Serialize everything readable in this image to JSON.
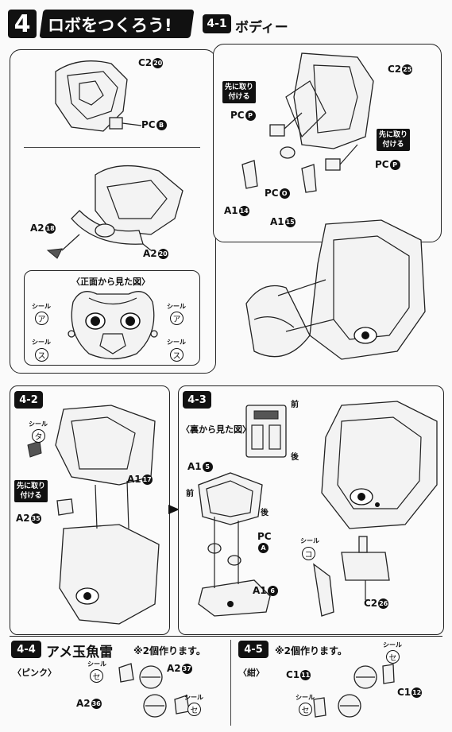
{
  "header": {
    "step_number": "4",
    "title": "ロボをつくろう!",
    "sub_step": "4-1",
    "sub_title": "ボディー"
  },
  "panel_4_1": {
    "labels": {
      "c2_20": "C2",
      "c2_20_num": "20",
      "pc_b": "PC",
      "pc_b_letter": "B",
      "a2_18": "A2",
      "a2_18_num": "18",
      "a2_20": "A2",
      "a2_20_num": "20",
      "front_view": "〈正面から見た図〉",
      "seal": "シール",
      "seal_a": "ア",
      "seal_su": "ス",
      "c2_25": "C2",
      "c2_25_num": "25",
      "pc_p": "PC",
      "pc_p_letter": "P",
      "pc_o": "PC",
      "pc_o_letter": "O",
      "a1_14": "A1",
      "a1_14_num": "14",
      "a1_15": "A1",
      "a1_15_num": "15",
      "attach_first": "先に取り\n付ける"
    }
  },
  "panel_4_2": {
    "step": "4-2",
    "seal": "シール",
    "seal_ta": "タ",
    "a1_17": "A1",
    "a1_17_num": "17",
    "a2_35": "A2",
    "a2_35_num": "35",
    "attach_first": "先に取り\n付ける"
  },
  "panel_4_3": {
    "step": "4-3",
    "back_view": "〈裏から見た図〉",
    "front": "前",
    "back": "後",
    "a1_5": "A1",
    "a1_5_num": "5",
    "pc_a": "PC",
    "pc_a_letter": "A",
    "a1_6": "A1",
    "a1_6_num": "6",
    "seal": "シール",
    "seal_ko": "コ",
    "c2_26": "C2",
    "c2_26_num": "26"
  },
  "panel_4_4": {
    "step": "4-4",
    "title": "アメ玉魚雷",
    "note": "※2個作ります。",
    "color": "〈ピンク〉",
    "seal": "シール",
    "seal_se": "セ",
    "a2_37": "A2",
    "a2_37_num": "37",
    "a2_36": "A2",
    "a2_36_num": "36"
  },
  "panel_4_5": {
    "step": "4-5",
    "note": "※2個作ります。",
    "color": "〈紺〉",
    "seal": "シール",
    "seal_se": "セ",
    "c1_11": "C1",
    "c1_11_num": "11",
    "c1_12": "C1",
    "c1_12_num": "12"
  }
}
